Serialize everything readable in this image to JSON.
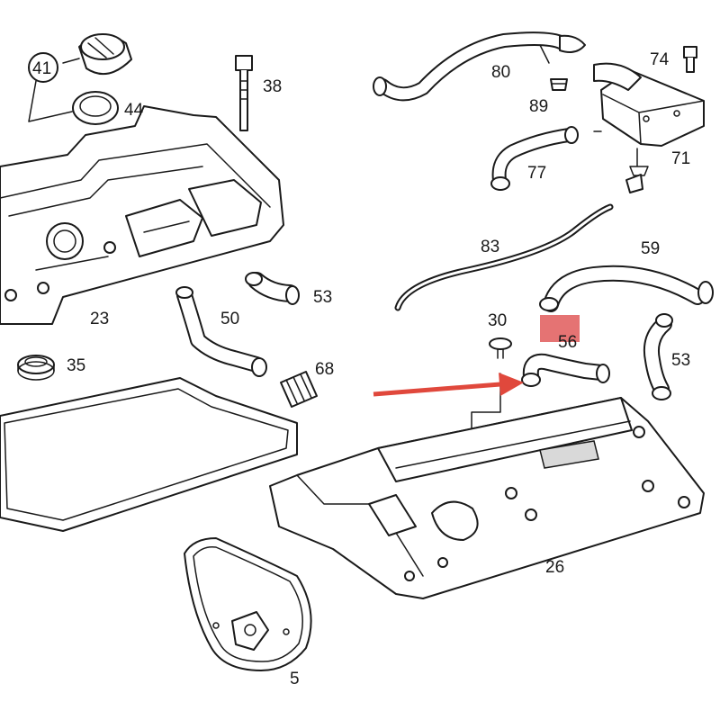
{
  "diagram": {
    "callouts": [
      "41",
      "44",
      "38",
      "23",
      "35",
      "53",
      "50",
      "68",
      "80",
      "89",
      "74",
      "77",
      "71",
      "83",
      "59",
      "30",
      "56",
      "53",
      "26",
      "5"
    ],
    "highlight_color": "#e05a5a",
    "arrow_color": "#e0483c",
    "line_color": "#1a1a1a"
  }
}
